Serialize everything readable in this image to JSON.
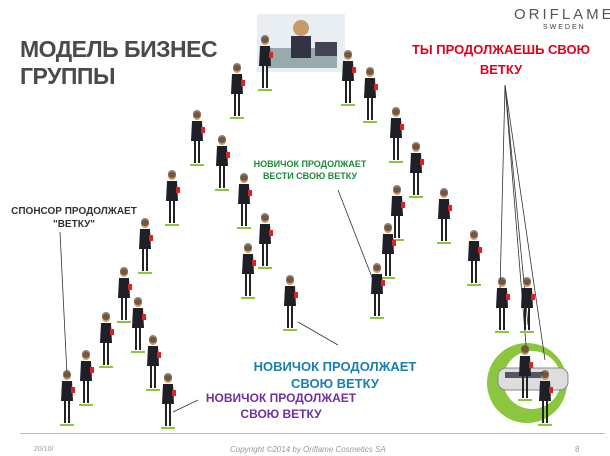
{
  "title": {
    "line1": "МОДЕЛЬ БИЗНЕС",
    "line2": "ГРУППЫ"
  },
  "logo": {
    "brand": "ORIFLAME",
    "sub": "SWEDEN"
  },
  "labels": {
    "you_line1": "ТЫ  ПРОДОЛЖАЕШЬ СВОЮ",
    "you_line2": "ВЕТКУ",
    "sponsor_line1": "СПОНСОР ПРОДОЛЖАЕТ",
    "sponsor_line2": "\"ВЕТКУ\"",
    "novice1_line1": "НОВИЧОК ПРОДОЛЖАЕТ",
    "novice1_line2": "ВЕСТИ СВОЮ ВЕТКУ",
    "novice2_line1": "НОВИЧОК ПРОДОЛЖАЕТ",
    "novice2_line2": "СВОЮ  ВЕТКУ",
    "novice3_line1": "НОВИЧОК ПРОДОЛЖАЕТ",
    "novice3_line2": "СВОЮ ВЕТКУ"
  },
  "footer": {
    "date": "20/10/",
    "copyright": "Copyright ©2014 by Oriflame Cosmetics SA",
    "page": "8"
  },
  "colors": {
    "red": "#e3001b",
    "green": "#1e8a3a",
    "blue": "#1a7fb0",
    "purple": "#7030a0",
    "lime": "#8cc63f"
  }
}
